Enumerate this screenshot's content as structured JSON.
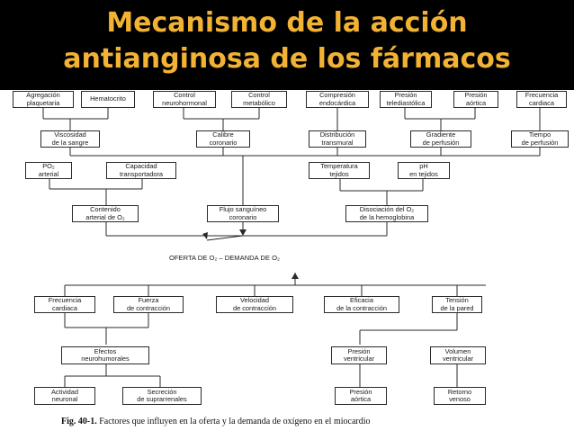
{
  "slide": {
    "title_lines": [
      "Mecanismo de la acción",
      "antianginosa de los fármacos"
    ]
  },
  "diagram": {
    "nodes": {
      "agregacion": "Agregación\nplaquetaria",
      "hematocrito": "Hematocrito",
      "control_neuro": "Control\nneurohormonal",
      "control_meta": "Control\nmetabólico",
      "compresion": "Compresión\nendocárdica",
      "presion_tele": "Presión\ntelediastólica",
      "presion_aortica": "Presión\naórtica",
      "frecuencia_top": "Frecuencia\ncardiaca",
      "viscosidad": "Viscosidad\nde la sangre",
      "calibre": "Calibre\ncoronario",
      "distribucion": "Distribución\ntransmural",
      "gradiente": "Gradiente\nde perfusión",
      "tiempo": "Tiempo\nde perfusión",
      "po2": "PO₂\narterial",
      "capacidad": "Capacidad\ntransportadora",
      "temperatura": "Temperatura\ntejidos",
      "ph": "pH\nen tejidos",
      "contenido": "Contenido\narterial de O₂",
      "flujo": "Flujo sanguíneo\ncoronario",
      "disociacion": "Disociación del O₂\nde la hemoglobina",
      "frecuencia_low": "Frecuencia\ncardiaca",
      "fuerza": "Fuerza\nde contracción",
      "velocidad": "Velocidad\nde contracción",
      "eficacia": "Eficacia\nde la contracción",
      "tension": "Tensión\nde la pared",
      "efectos": "Efectos\nneurohumorales",
      "presion_ventricular": "Presión\nventricular",
      "volumen_ventricular": "Volumen\nventricular",
      "actividad": "Actividad\nneuronal",
      "secrecion": "Secreción\nde suprarrenales",
      "presion_aortica_low": "Presión\naórtica",
      "retorno": "Retorno\nvenoso"
    },
    "balance_label": "OFERTA DE O₂ – DEMANDA DE O₂",
    "caption_fig": "Fig. 40-1.",
    "caption_text": "Factores que influyen en la oferta y la demanda de oxígeno en el miocardio"
  },
  "colors": {
    "header_bg": "#000000",
    "title": "#f2b233",
    "line": "#2a2a2a"
  }
}
